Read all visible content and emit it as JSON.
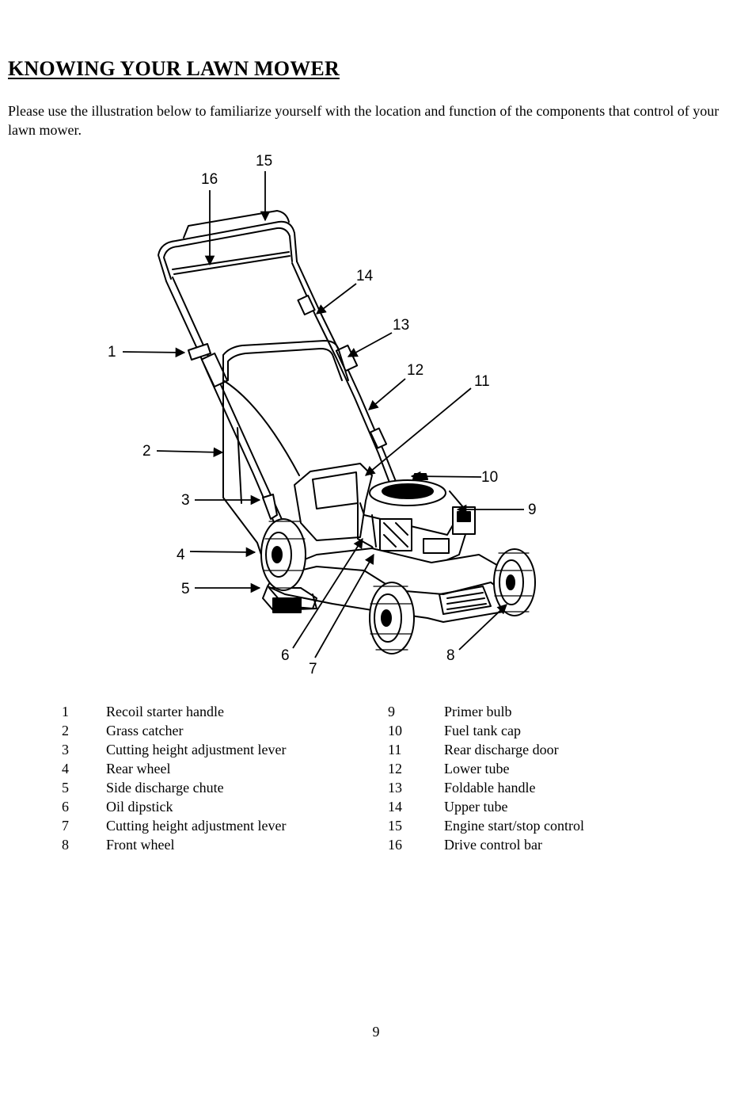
{
  "page": {
    "heading": "KNOWING YOUR LAWN MOWER",
    "intro": "Please use the illustration below to familiarize yourself with the location and function of the components that control of your lawn mower.",
    "page_number": "9"
  },
  "figure": {
    "callouts": [
      "1",
      "2",
      "3",
      "4",
      "5",
      "6",
      "7",
      "8",
      "9",
      "10",
      "11",
      "12",
      "13",
      "14",
      "15",
      "16"
    ]
  },
  "parts_left": [
    {
      "num": "1",
      "label": "Recoil starter handle"
    },
    {
      "num": "2",
      "label": "Grass catcher"
    },
    {
      "num": "3",
      "label": "Cutting height adjustment lever"
    },
    {
      "num": "4",
      "label": "Rear wheel"
    },
    {
      "num": "5",
      "label": "Side discharge chute"
    },
    {
      "num": "6",
      "label": "Oil dipstick"
    },
    {
      "num": "7",
      "label": "Cutting height adjustment lever"
    },
    {
      "num": "8",
      "label": "Front wheel"
    }
  ],
  "parts_right": [
    {
      "num": "9",
      "label": "Primer bulb"
    },
    {
      "num": "10",
      "label": "Fuel tank cap"
    },
    {
      "num": "11",
      "label": "Rear discharge door"
    },
    {
      "num": "12",
      "label": "Lower tube"
    },
    {
      "num": "13",
      "label": "Foldable handle"
    },
    {
      "num": "14",
      "label": "Upper tube"
    },
    {
      "num": "15",
      "label": "Engine start/stop control"
    },
    {
      "num": "16",
      "label": "Drive control bar"
    }
  ]
}
